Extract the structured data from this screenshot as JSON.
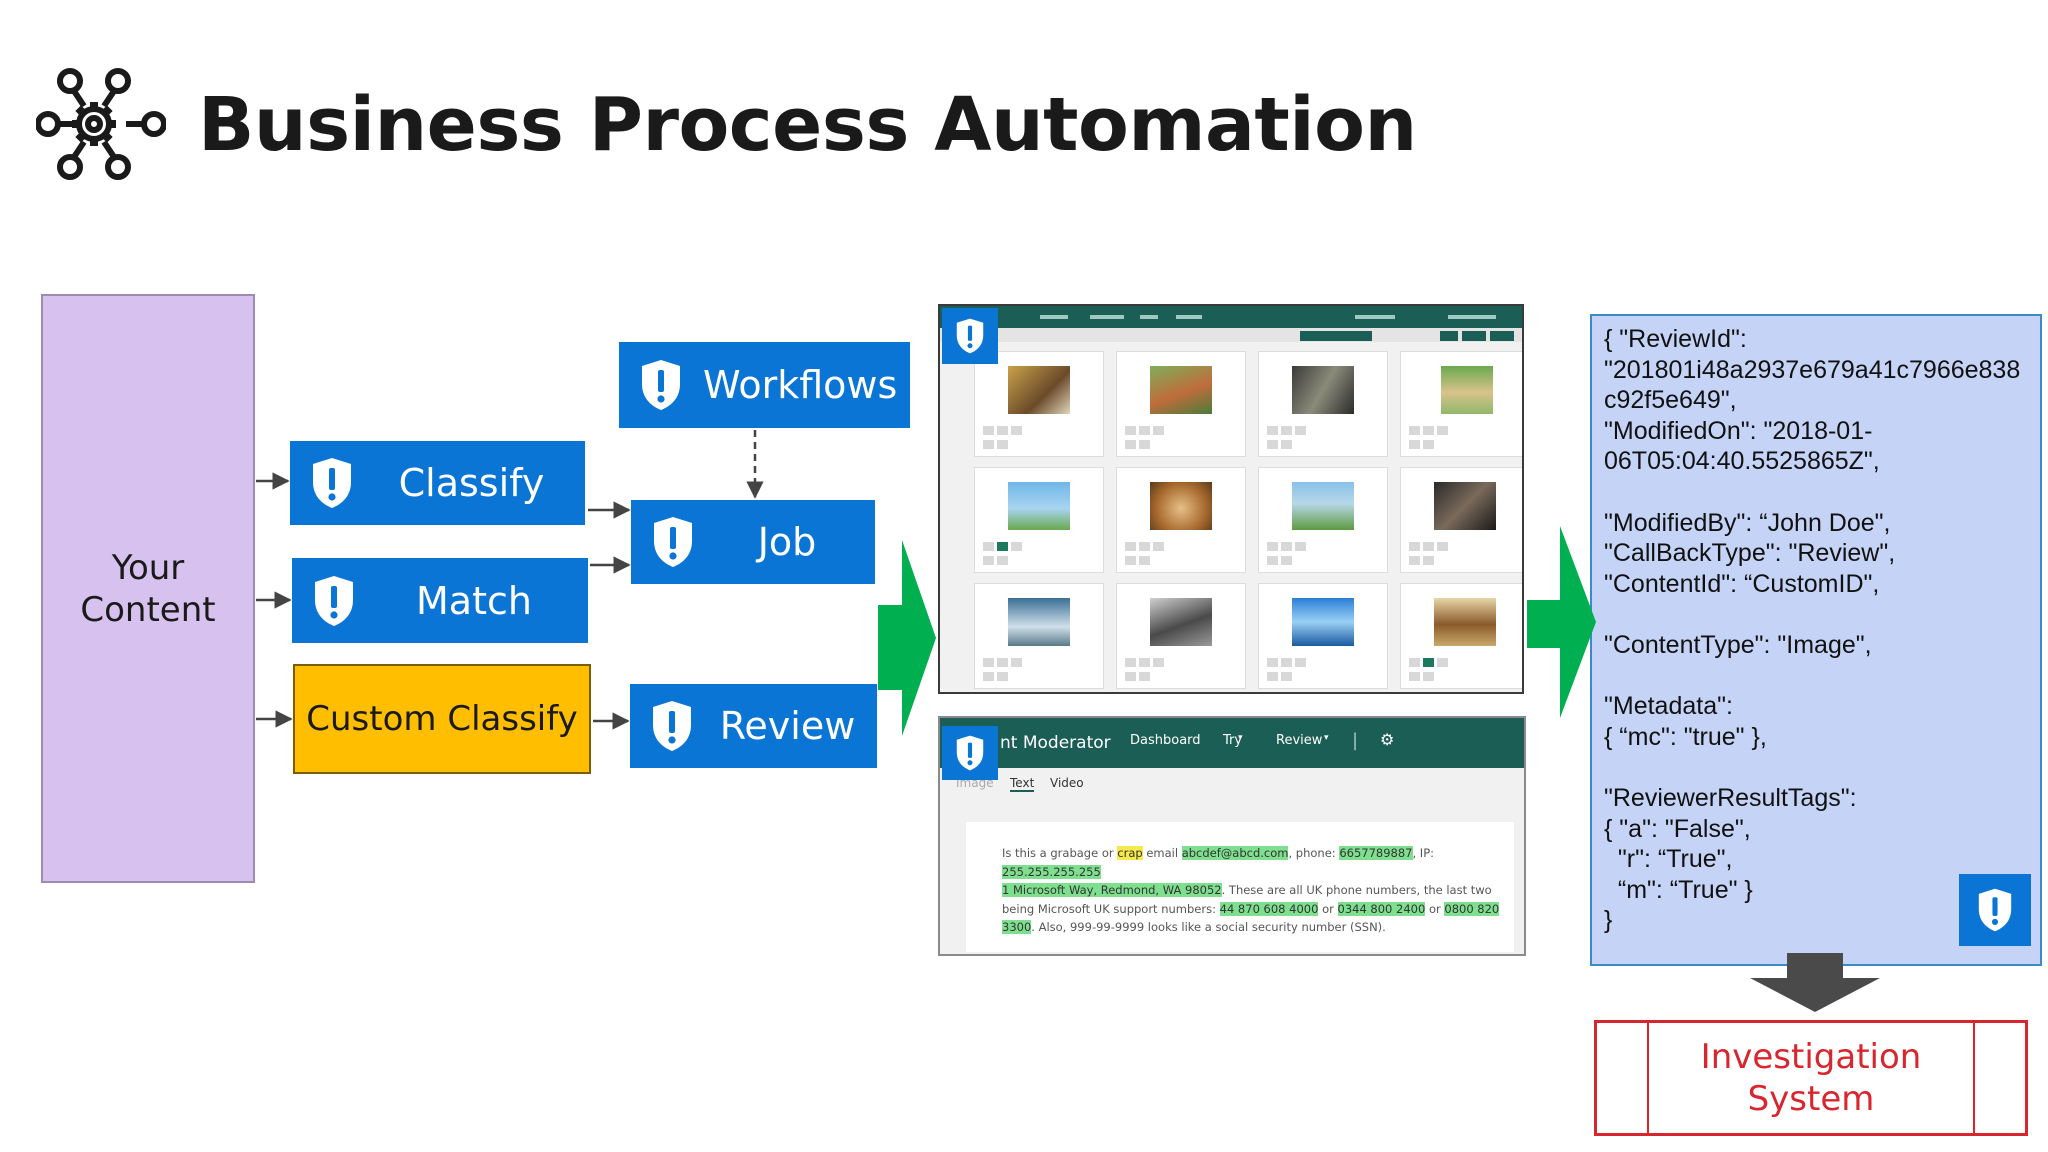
{
  "title": "Business Process Automation",
  "your_content": {
    "line1": "Your",
    "line2": "Content"
  },
  "boxes": {
    "classify": "Classify",
    "match": "Match",
    "custom_classify": "Custom Classify",
    "workflows": "Workflows",
    "job": "Job",
    "review": "Review"
  },
  "shot_text": {
    "nav": [
      "nt Moderator",
      "Dashboard",
      "Try",
      "Review"
    ],
    "tabs": [
      "Image",
      "Text",
      "Video"
    ],
    "body": {
      "t1": "Is this a grabage or ",
      "h1": "crap",
      "t2": " email ",
      "h2": "abcdef@abcd.com",
      "t3": ", phone: ",
      "h3": "6657789887",
      "t4": ", IP: ",
      "h4": "255.255.255.255",
      "h5": "1 Microsoft Way, Redmond, WA 98052",
      "t5": ". These are all UK phone numbers, the last two being Microsoft UK support numbers: ",
      "h6": "44 870 608 4000",
      "t6": " or ",
      "h7": "0344 800 2400",
      "t7": " or ",
      "h8": "0800 820 3300",
      "t8": ". Also, 999-99-9999 looks like a social security number (SSN)."
    }
  },
  "json_lines": [
    "{ \"ReviewId\":",
    "\"201801i48a2937e679a41c7966e838",
    "c92f5e649\",",
    "\"ModifiedOn\": \"2018-01-",
    "06T05:04:40.5525865Z\",",
    "",
    "\"ModifiedBy\": “John Doe\",",
    "\"CallBackType\": \"Review\",",
    "\"ContentId\": “CustomID\",",
    "",
    "\"ContentType\": \"Image\",",
    "",
    "\"Metadata\":",
    "{ “mc\": \"true\" },",
    "",
    "\"ReviewerResultTags\":",
    "{ \"a\": \"False\",",
    "  \"r\": “True\",",
    "  “m\": “True\" }",
    "}"
  ],
  "investigation": {
    "line1": "Investigation",
    "line2": "System"
  },
  "colors": {
    "blue": "#0b75d5",
    "green_arrow": "#00b050",
    "purple": "#d7c1ee",
    "amber": "#ffbf00",
    "red": "#d9262e",
    "json_bg": "#c5d4f6"
  },
  "icons": [
    "workflow-gear-icon",
    "shield-alert-icon"
  ]
}
